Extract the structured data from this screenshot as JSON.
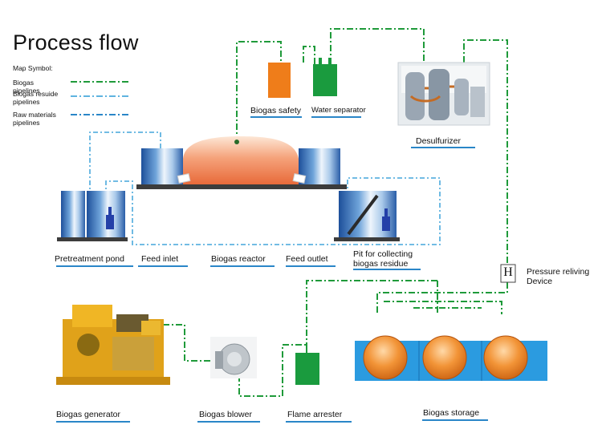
{
  "title": "Process flow",
  "legend": {
    "heading": "Map Symbol:",
    "items": [
      {
        "label": "Biogas pipelines",
        "color": "#1f9a3a"
      },
      {
        "label": "Biogas resuide pipelines",
        "color": "#5fb3e0"
      },
      {
        "label": "Raw materials pipelines",
        "color": "#2a86c8"
      }
    ]
  },
  "components": {
    "biogas_safety": "Biogas safety",
    "water_separator": "Water separator",
    "desulfurizer": "Desulfurizer",
    "pretreatment_pond": "Pretreatment pond",
    "feed_inlet": "Feed inlet",
    "biogas_reactor": "Biogas reactor",
    "feed_outlet": "Feed  outlet",
    "pit": "Pit for collecting biogas residue",
    "pressure_valve_symbol": "H",
    "pressure_valve": "Pressure reliving Device",
    "biogas_generator": "Biogas generator",
    "biogas_blower": "Biogas blower",
    "flame_arrester": "Flame arrester",
    "biogas_storage": "Biogas storage"
  },
  "colors": {
    "biogas_line": "#1f9a3a",
    "residue_line": "#5fb3e0",
    "underline": "#2a86c8",
    "safety_orange": "#ef7d1a",
    "separator_green": "#1a9b3e",
    "storage_orange": "#ee8a22",
    "storage_base": "#2b9be0"
  }
}
